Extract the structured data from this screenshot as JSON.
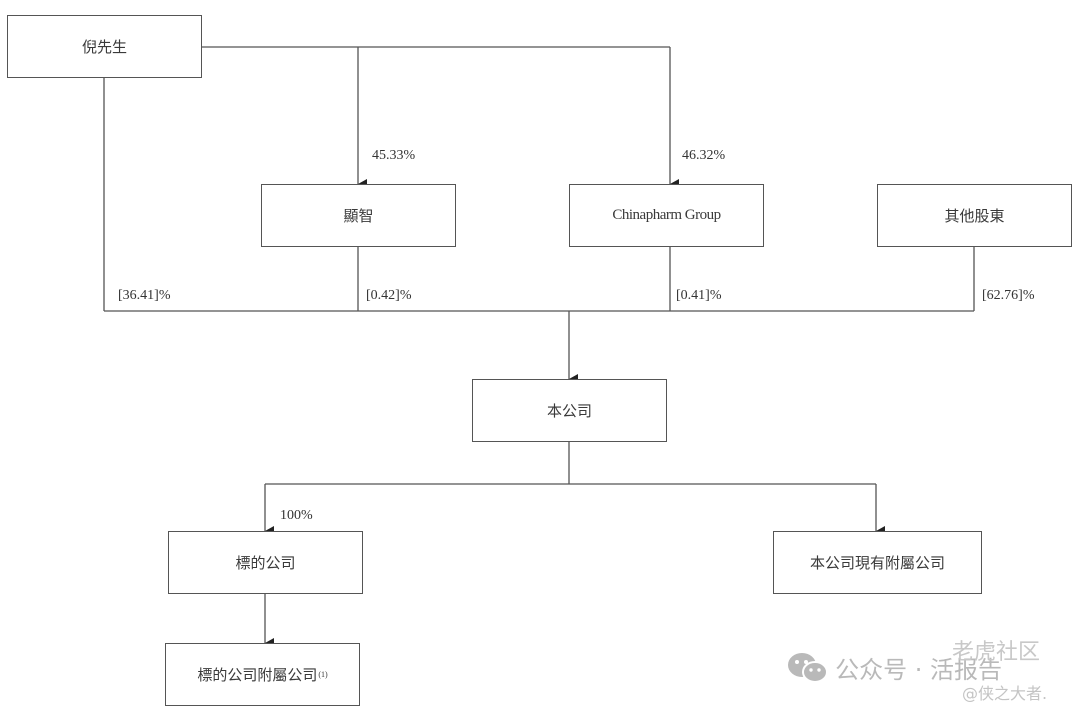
{
  "diagram": {
    "type": "shareholding-structure",
    "nodes": {
      "mr_ni": "倪先生",
      "xianzhi": "顯智",
      "chinapharm": "Chinapharm Group",
      "other_shareholders": "其他股東",
      "company": "本公司",
      "target_company": "標的公司",
      "existing_subsidiaries": "本公司現有附屬公司",
      "target_subsidiaries": "標的公司附屬公司",
      "target_subsidiaries_note": "(1)"
    },
    "edges": [
      {
        "from": "倪先生",
        "to": "顯智",
        "label": "45.33%"
      },
      {
        "from": "倪先生",
        "to": "Chinapharm Group",
        "label": "46.32%"
      },
      {
        "from": "倪先生",
        "to": "本公司",
        "label": "[36.41]%"
      },
      {
        "from": "顯智",
        "to": "本公司",
        "label": "[0.42]%"
      },
      {
        "from": "Chinapharm Group",
        "to": "本公司",
        "label": "[0.41]%"
      },
      {
        "from": "其他股東",
        "to": "本公司",
        "label": "[62.76]%"
      },
      {
        "from": "本公司",
        "to": "標的公司",
        "label": "100%"
      },
      {
        "from": "本公司",
        "to": "本公司現有附屬公司",
        "label": ""
      },
      {
        "from": "標的公司",
        "to": "標的公司附屬公司",
        "label": ""
      }
    ],
    "labels": {
      "xianzhi_pct": "45.33%",
      "chinapharm_pct": "46.32%",
      "ni_to_company_pct": "[36.41]%",
      "xianzhi_to_company_pct": "[0.42]%",
      "chinapharm_to_company_pct": "[0.41]%",
      "others_to_company_pct": "[62.76]%",
      "target_pct": "100%"
    }
  },
  "watermark": {
    "wechat_icon": "wechat-icon",
    "account_label": "公众号 · 活报告",
    "community_label": "老虎社区",
    "author_label": "@侠之大者."
  },
  "colors": {
    "line": "#555555",
    "text": "#333333",
    "watermark": "#b9b9b9"
  }
}
